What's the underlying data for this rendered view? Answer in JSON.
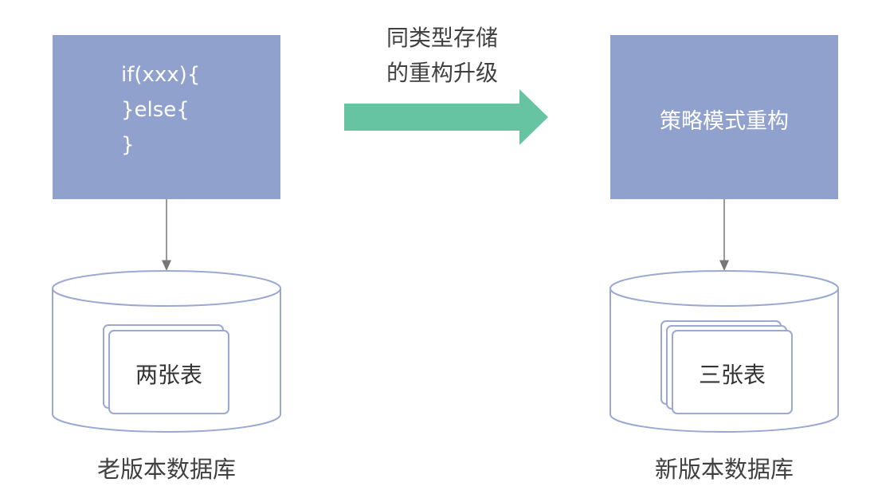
{
  "left": {
    "code_lines": [
      "if(xxx){",
      "}else{",
      "}"
    ],
    "db_label": "老版本数据库",
    "table_label": "两张表"
  },
  "arrow": {
    "caption_lines": [
      "同类型存储",
      "的重构升级"
    ]
  },
  "right": {
    "box_label": "策略模式重构",
    "db_label": "新版本数据库",
    "table_label": "三张表"
  },
  "colors": {
    "box": "#8fa1cc",
    "arrow": "#66c4a2",
    "cylinder_stroke": "#9aa8d2",
    "connector": "#777777",
    "text": "#404040"
  }
}
